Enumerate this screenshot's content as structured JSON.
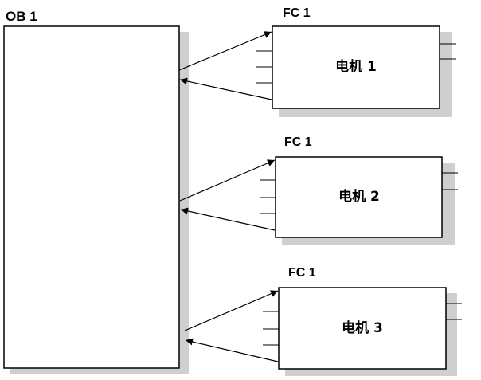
{
  "main_block": {
    "label": "OB 1"
  },
  "fc_blocks": [
    {
      "label": "FC 1",
      "name": "电机 1"
    },
    {
      "label": "FC 1",
      "name": "电机 2"
    },
    {
      "label": "FC 1",
      "name": "电机 3"
    }
  ],
  "colors": {
    "line": "#000000",
    "shadow": "#cfcfcf",
    "box": "#ffffff"
  }
}
